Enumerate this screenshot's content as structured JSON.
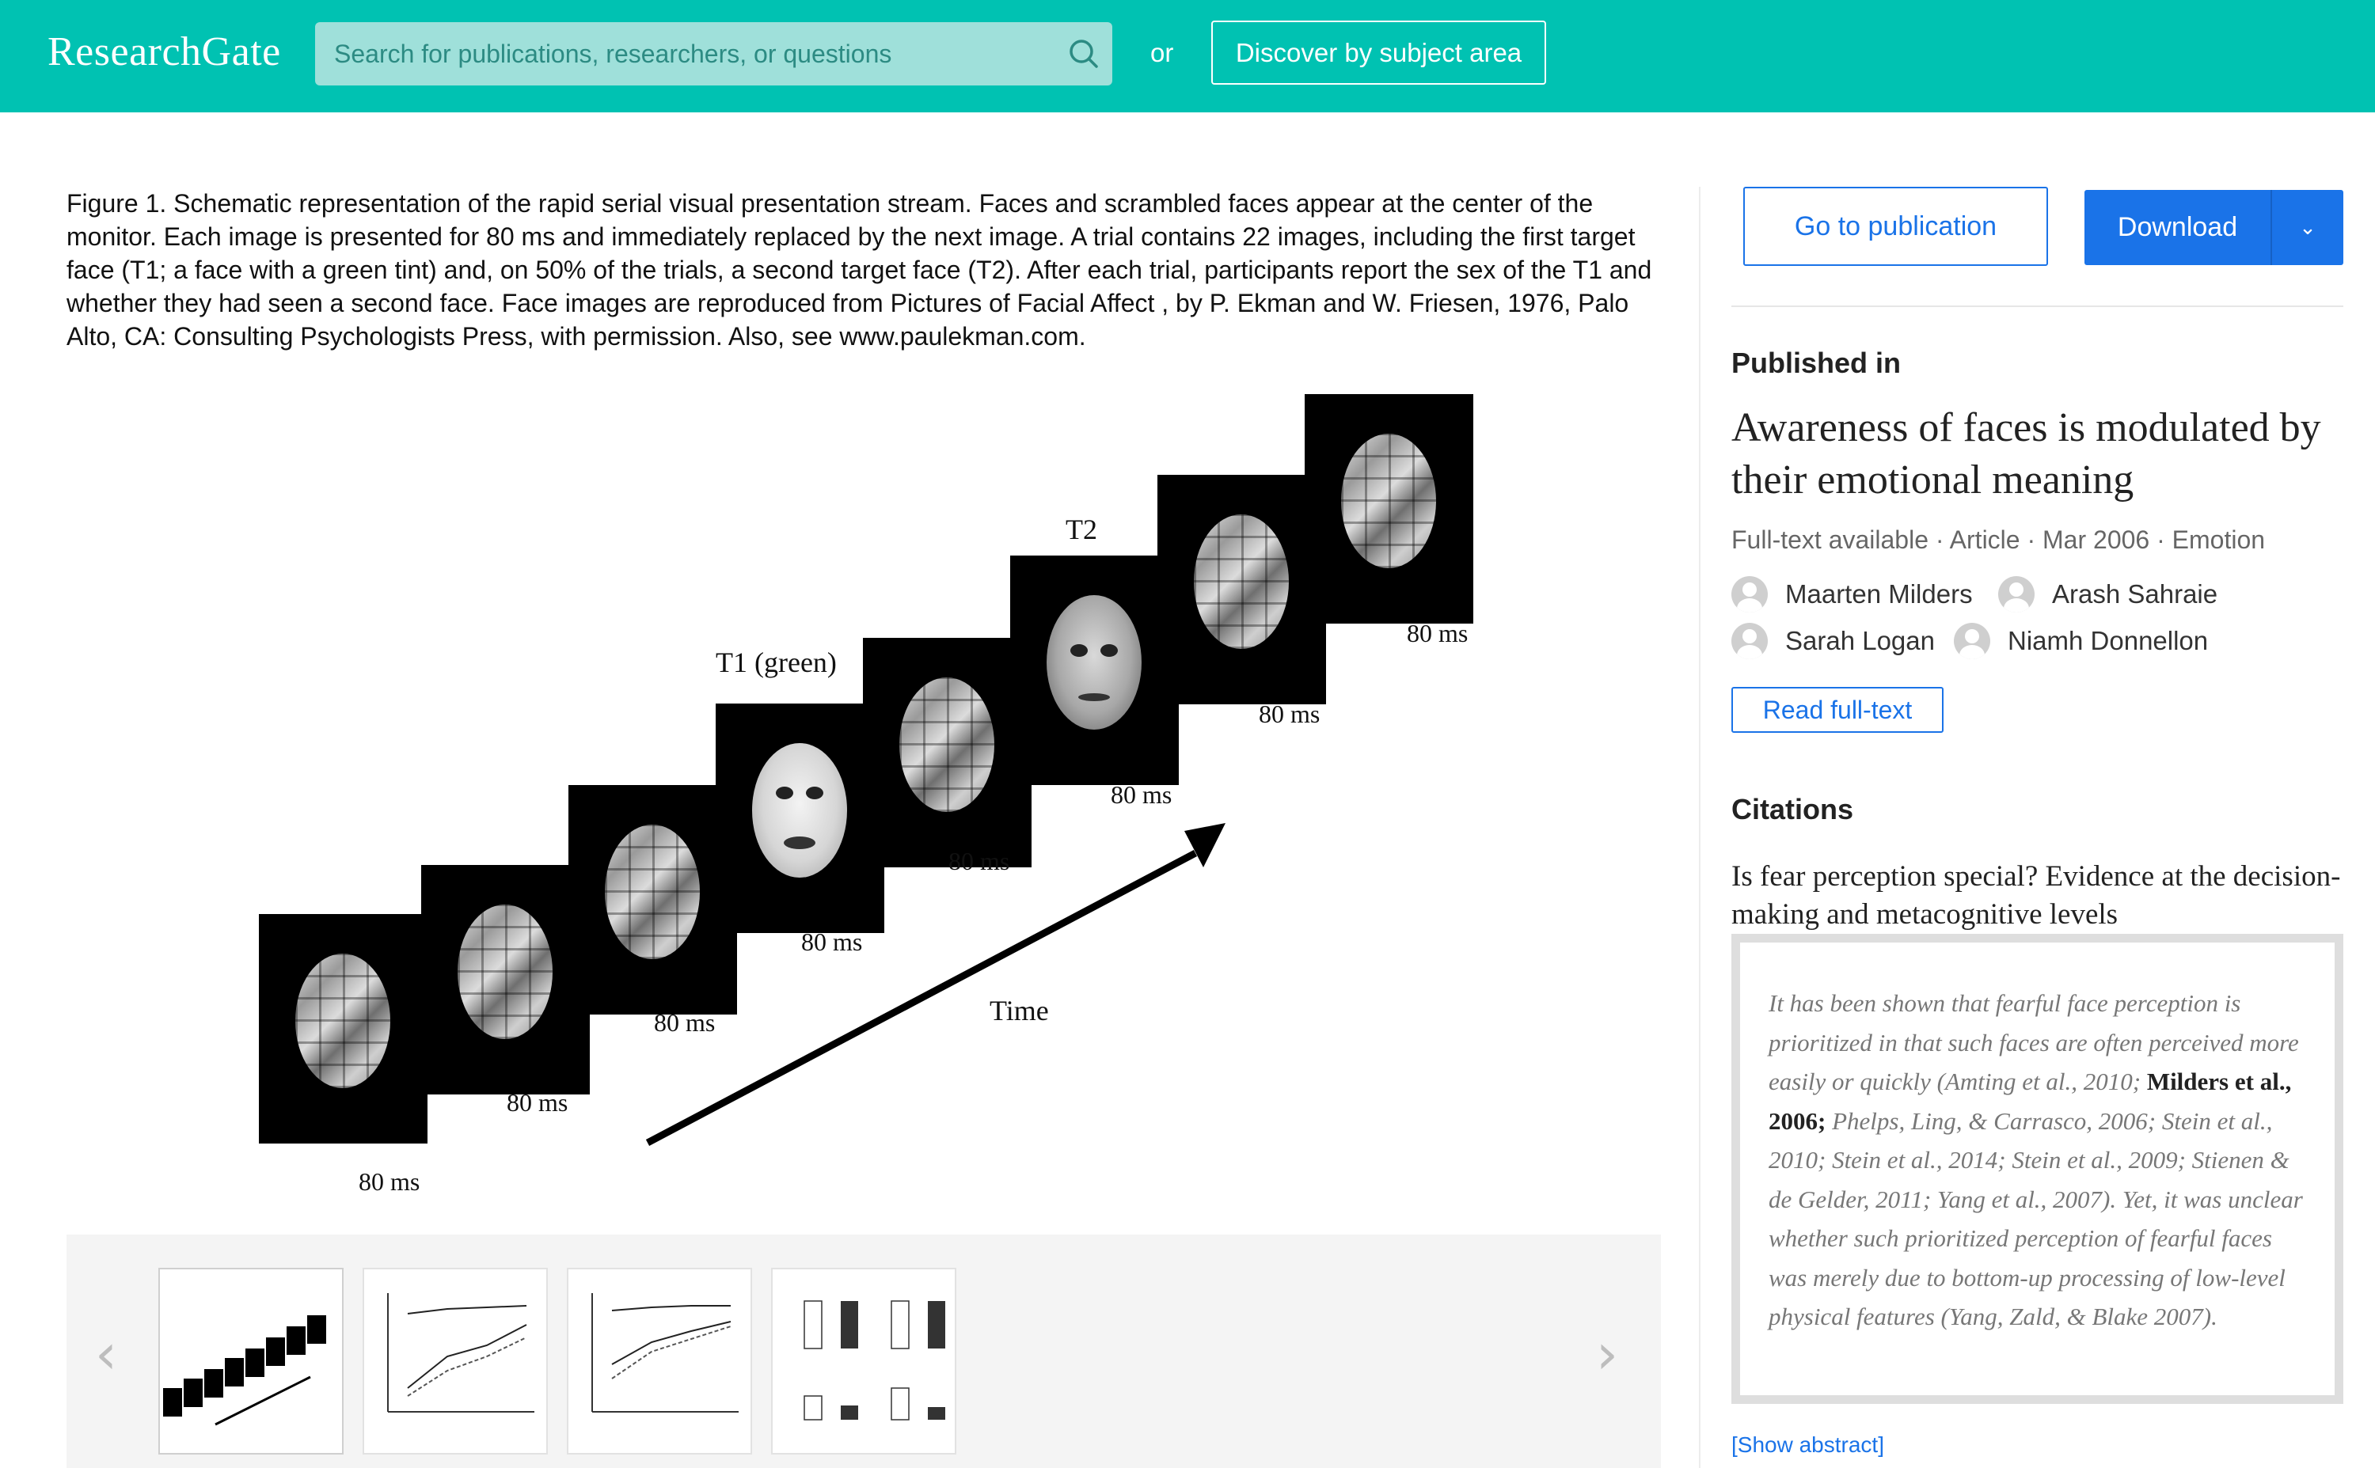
{
  "header": {
    "logo": "ResearchGate",
    "search_placeholder": "Search for publications, researchers, or questions",
    "or_text": "or",
    "discover_label": "Discover by subject area"
  },
  "figure": {
    "caption": "Figure 1. Schematic representation of the rapid serial visual presentation stream. Faces and scrambled faces appear at the center of the monitor. Each image is presented for 80 ms and immediately replaced by the next image. A trial contains 22 images, including the first target face (T1; a face with a green tint) and, on 50% of the trials, a second target face (T2). After each trial, participants report the sex of the T1 and whether they had seen a second face. Face images are reproduced from Pictures of Facial Affect , by P. Ekman and W. Friesen, 1976, Palo Alto, CA: Consulting Psychologists Press, with permission. Also, see www.paulekman.com.",
    "t1_label": "T1 (green)",
    "t2_label": "T2",
    "time_label": "Time",
    "duration_label": "80 ms"
  },
  "sidebar": {
    "goto_label": "Go to publication",
    "download_label": "Download",
    "download_caret": "⌄",
    "published_in_label": "Published in",
    "pub_title": "Awareness of faces is modulated by their emotional meaning",
    "meta": "Full-text available · Article · Mar 2006 · Emotion",
    "authors": [
      "Maarten Milders",
      "Arash Sahraie",
      "Sarah Logan",
      "Niamh Donnellon"
    ],
    "read_label": "Read full-text",
    "citations_label": "Citations",
    "citation_title": "Is fear perception special? Evidence at the decision-making and metacognitive levels",
    "quote_pre": "It has been shown that fearful face perception is prioritized in that such faces are often perceived more easily or quickly (Amting et al., 2010; ",
    "quote_bold": "Milders et al., 2006;",
    "quote_post": " Phelps, Ling, & Carrasco, 2006; Stein et al., 2010; Stein et al., 2014; Stein et al., 2009; Stienen & de Gelder, 2011; Yang et al., 2007). Yet, it was unclear whether such prioritized perception of fearful faces was merely due to bottom-up processing of low-level physical features (Yang, Zald, & Blake 2007).",
    "show_abstract": "[Show abstract]"
  },
  "strip": {
    "prev_arrow": "‹",
    "next_arrow": "›"
  },
  "icons": {
    "search": "search-icon",
    "caret": "chevron-down-icon",
    "avatar": "user-avatar-icon"
  },
  "colors": {
    "header_bg": "#00c2b2",
    "accent_blue": "#1a73e8"
  }
}
